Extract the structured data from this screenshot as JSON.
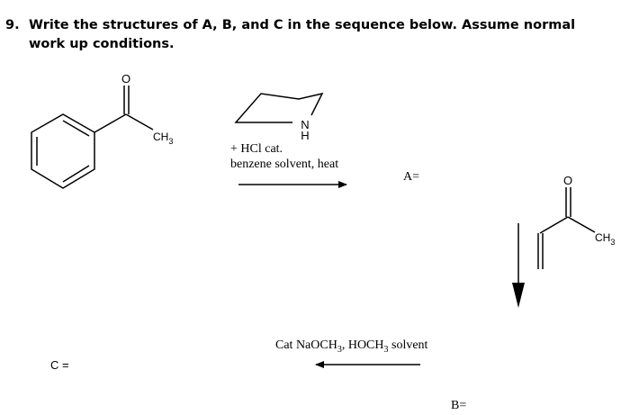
{
  "question": {
    "number": "9.",
    "text": "Write the structures of A, B, and C in the sequence below. Assume normal work up conditions."
  },
  "reactant": {
    "carbonyl_oxygen": "O",
    "methyl_label": "CH",
    "methyl_subscript": "3"
  },
  "reagent1": {
    "amine_n": "N",
    "amine_h": "H",
    "line1": "+ HCl cat.",
    "line2": "benzene solvent, heat"
  },
  "product_a": {
    "label": "A="
  },
  "reagent2": {
    "carbonyl_oxygen": "O",
    "methyl_label": "CH",
    "methyl_subscript": "3"
  },
  "product_b": {
    "label": "B="
  },
  "reagent3": {
    "prefix": "Cat NaOCH",
    "sub1": "3",
    "middle": ", HOCH",
    "sub2": "3",
    "suffix": " solvent"
  },
  "product_c": {
    "label": "C ="
  }
}
